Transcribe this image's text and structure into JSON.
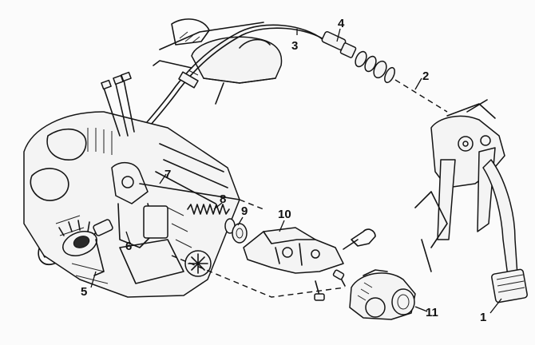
{
  "callouts": {
    "c1": "1",
    "c2": "2",
    "c3": "3",
    "c4": "4",
    "c5": "5",
    "c6": "6",
    "c7": "7",
    "c8": "8",
    "c9": "9",
    "c10": "10",
    "c11": "11"
  },
  "colors": {
    "ink": "#151515",
    "paper": "#fbfbfb"
  }
}
